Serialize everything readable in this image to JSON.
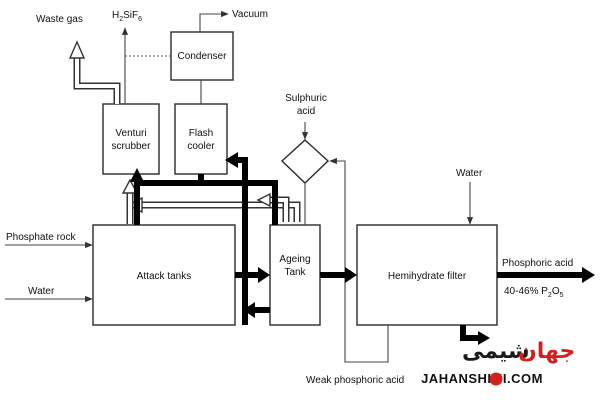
{
  "nodes": {
    "attack_tanks": "Attack tanks",
    "ageing_tank_line1": "Ageing",
    "ageing_tank_line2": "Tank",
    "hemihydrate_filter": "Hemihydrate filter",
    "venturi_line1": "Venturi",
    "venturi_line2": "scrubber",
    "flash_line1": "Flash",
    "flash_line2": "cooler",
    "condenser": "Condenser"
  },
  "streams": {
    "waste_gas": "Waste gas",
    "h2sif6_main": "H",
    "h2sif6_sub2": "2",
    "h2sif6_mid": "SiF",
    "h2sif6_sub6": "6",
    "vacuum": "Vacuum",
    "sulphuric_line1": "Sulphuric",
    "sulphuric_line2": "acid",
    "water_top": "Water",
    "phosphate_rock": "Phosphate rock",
    "water_left": "Water",
    "phosphoric_acid": "Phosphoric acid",
    "conc_main": "40-46% P",
    "conc_sub2": "2",
    "conc_mid": "O",
    "conc_sub5": "5",
    "weak_acid": "Weak phosphoric acid"
  },
  "watermark": {
    "text_red": "جهان",
    "text_dark": "شیمی",
    "url": "JAHANSHIMI.COM"
  }
}
